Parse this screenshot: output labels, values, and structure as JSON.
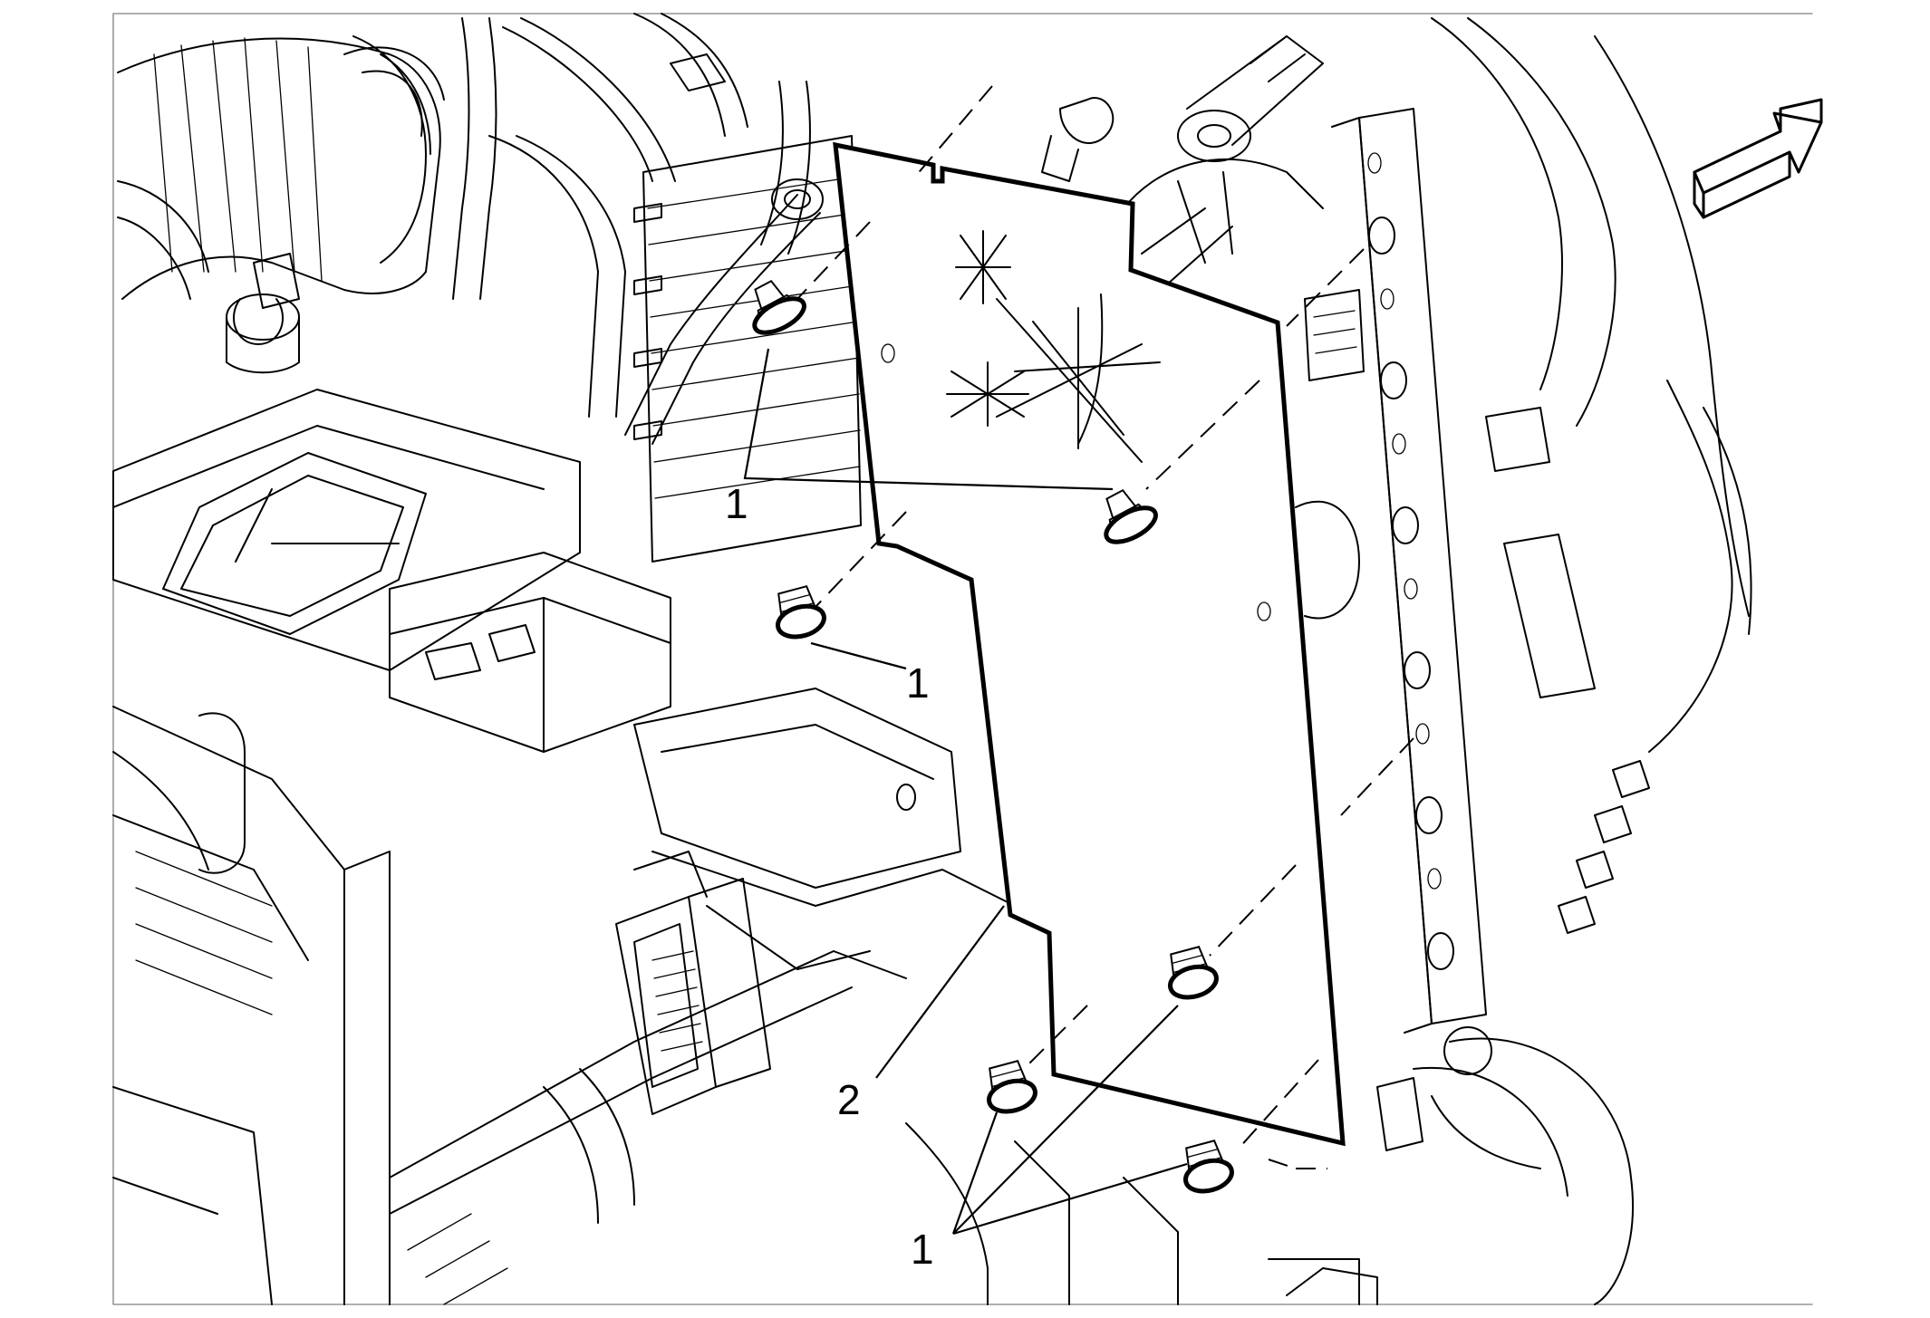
{
  "diagram": {
    "callouts": [
      {
        "id": "c1a",
        "text": "1"
      },
      {
        "id": "c1b",
        "text": "1"
      },
      {
        "id": "c2",
        "text": "2"
      },
      {
        "id": "c1c",
        "text": "1"
      }
    ],
    "icons": [
      "forward-direction-arrow-icon",
      "retainer-clip-icon",
      "deflector-panel"
    ]
  }
}
